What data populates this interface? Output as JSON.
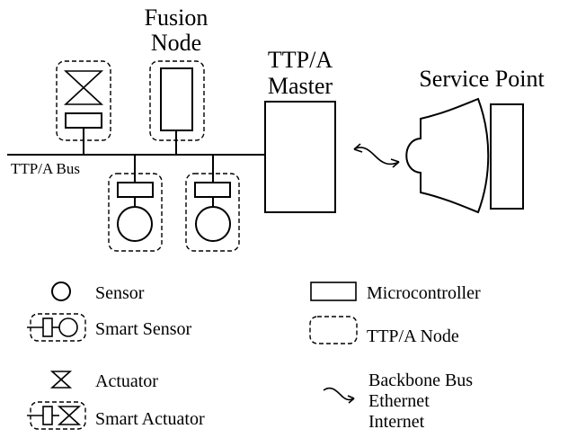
{
  "labels": {
    "fusion_node_line1": "Fusion",
    "fusion_node_line2": "Node",
    "master_line1": "TTP/A",
    "master_line2": "Master",
    "service_point": "Service Point",
    "bus": "TTP/A Bus"
  },
  "legend": {
    "sensor": "Sensor",
    "smart_sensor": "Smart Sensor",
    "actuator": "Actuator",
    "smart_actuator": "Smart Actuator",
    "microcontroller": "Microcontroller",
    "ttpa_node": "TTP/A Node",
    "backbone_line1": "Backbone Bus",
    "backbone_line2": "Ethernet",
    "backbone_line3": "Internet"
  }
}
